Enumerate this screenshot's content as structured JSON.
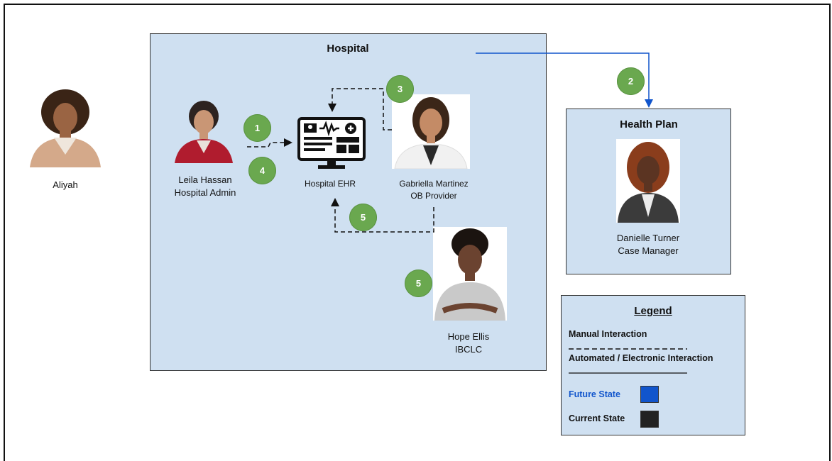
{
  "people": {
    "aliyah": {
      "name": "Aliyah"
    },
    "leila": {
      "name": "Leila Hassan",
      "role": "Hospital Admin"
    },
    "gabriella": {
      "name": "Gabriella Martinez",
      "role": "OB Provider"
    },
    "hope": {
      "name": "Hope Ellis",
      "role": "IBCLC"
    },
    "danielle": {
      "name": "Danielle Turner",
      "role": "Case Manager"
    }
  },
  "hospital": {
    "title": "Hospital",
    "ehr_label": "Hospital EHR"
  },
  "health_plan": {
    "title": "Health Plan"
  },
  "steps": {
    "s1": "1",
    "s2": "2",
    "s3": "3",
    "s4": "4",
    "s5a": "5",
    "s5b": "5"
  },
  "legend": {
    "title": "Legend",
    "manual": "Manual  Interaction",
    "automated": "Automated / Electronic Interaction",
    "future": "Future State",
    "current": "Current State"
  },
  "colors": {
    "box_fill": "#cfe0f1",
    "badge_green": "#6aa84f",
    "future_blue": "#1155cc",
    "current_black": "#222222"
  },
  "icons": [
    "computer-monitor-icon",
    "avatar-icon"
  ]
}
